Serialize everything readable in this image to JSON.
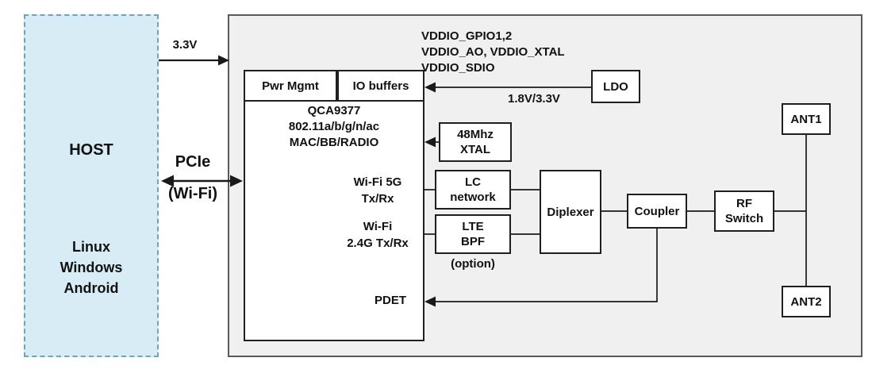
{
  "host": {
    "title": "HOST",
    "os": [
      "Linux",
      "Windows",
      "Android"
    ]
  },
  "connections": {
    "power": "3.3V",
    "pcie_line1": "PCIe",
    "pcie_line2": "(Wi-Fi)",
    "ldo_voltage": "1.8V/3.3V",
    "vddio_lines": [
      "VDDIO_GPIO1,2",
      "VDDIO_AO, VDDIO_XTAL",
      "VDDIO_SDIO"
    ]
  },
  "chip": {
    "pwr_mgmt": "Pwr Mgmt",
    "io_buffers": "IO buffers",
    "name": [
      "QCA9377",
      "802.11a/b/g/n/ac",
      "MAC/BB/RADIO"
    ],
    "wifi5g": [
      "Wi-Fi 5G",
      "Tx/Rx"
    ],
    "wifi24g": [
      "Wi-Fi",
      "2.4G Tx/Rx"
    ],
    "pdet": "PDET"
  },
  "blocks": {
    "ldo": "LDO",
    "xtal": [
      "48Mhz",
      "XTAL"
    ],
    "lc": [
      "LC",
      "network"
    ],
    "lte": [
      "LTE",
      "BPF"
    ],
    "lte_option": "(option)",
    "diplexer": "Diplexer",
    "coupler": "Coupler",
    "rf_switch": [
      "RF",
      "Switch"
    ],
    "ant1": "ANT1",
    "ant2": "ANT2"
  },
  "colors": {
    "host_fill": "#d7ecf5",
    "module_fill": "#f0f0f1",
    "line": "#1a1a1a"
  }
}
